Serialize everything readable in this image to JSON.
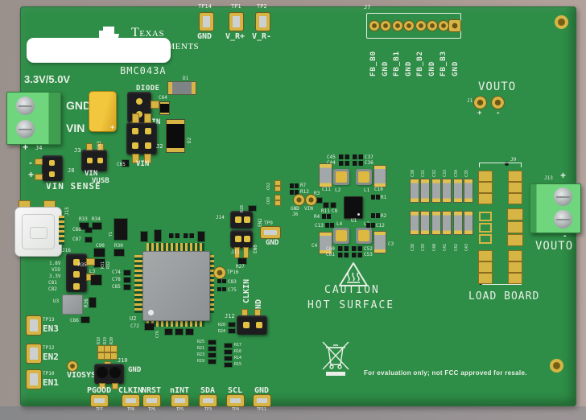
{
  "colors": {
    "board_green": "#2e8d46",
    "silkscreen": "#e9efe7",
    "gold_pad": "#d7b545",
    "connector_green": "#6fd67d",
    "cap_yellow": "#e8b322",
    "background_left": "#9a918d",
    "background_right": "#b8a7a0"
  },
  "brand": {
    "line1": "Texas",
    "line2": "Instruments"
  },
  "board": {
    "model": "BMC043A",
    "rating": "3.3V/5.0V",
    "eval_notice": "For evaluation only; not FCC approved for resale."
  },
  "caution": {
    "line1": "CAUTION",
    "line2": "HOT SURFACE"
  },
  "input_terminal": {
    "ref": "J4",
    "gnd": "GND",
    "vin": "VIN",
    "plus": "+"
  },
  "vin_sense": {
    "label": "VIN SENSE",
    "minus": "-",
    "plus": "+"
  },
  "top_tps": [
    {
      "ref": "TP14",
      "signal": "GND"
    },
    {
      "ref": "TP1",
      "signal": "V_R+"
    },
    {
      "ref": "TP2",
      "signal": "V_R-"
    }
  ],
  "j7": {
    "ref": "J7",
    "pins": [
      "FB_B0",
      "GND",
      "FB_B1",
      "GND",
      "FB_B2",
      "GND",
      "FB_B3",
      "GND"
    ]
  },
  "vout_top": {
    "ref": "J1",
    "label": "VOUTO",
    "plus": "+",
    "minus": "-"
  },
  "vout_right": {
    "ref": "J13",
    "label": "VOUTO",
    "plus": "+",
    "minus": "-"
  },
  "left_tps": [
    {
      "ref": "TP13",
      "signal": "EN3"
    },
    {
      "ref": "TP12",
      "signal": "EN2"
    },
    {
      "ref": "TP10",
      "signal": "EN1"
    }
  ],
  "bottom_tps": [
    {
      "signal": "PGOOD",
      "ref": "TP7"
    },
    {
      "signal": "CLKIN",
      "ref": "TP8"
    },
    {
      "signal": "NRST",
      "ref": "TP6"
    },
    {
      "signal": "nINT",
      "ref": "TP5"
    },
    {
      "signal": "SDA",
      "ref": "TP3"
    },
    {
      "signal": "SCL",
      "ref": "TP4"
    },
    {
      "signal": "GND",
      "ref": "TP11"
    }
  ],
  "load_board": {
    "ref": "J9",
    "label": "LOAD BOARD"
  },
  "cap_bank": {
    "top": [
      "C30",
      "C31",
      "C32",
      "C33",
      "C34",
      "C35"
    ],
    "bottom": [
      "C38",
      "C39",
      "C40",
      "C41",
      "C42",
      "C43"
    ]
  },
  "viosys": {
    "pad": "VIOSYS",
    "jumper": "J10",
    "gnd": "GND"
  },
  "refs": {
    "diode": "DIODE",
    "d1": "D1",
    "c64": "C64",
    "c63": "C63",
    "plusc63": "+",
    "d2": "D2",
    "j2": "J2",
    "vinj2": "VIN",
    "c65": "C65",
    "j3": "J3",
    "j8": "J8",
    "vinj3": "VIN",
    "vusb": "VUSB",
    "j15": "J15",
    "r33": "R33",
    "r34": "R34",
    "c88": "C88",
    "c87": "C87",
    "c90": "C90",
    "y1": "Y1",
    "r30": "R30",
    "r31": "R31",
    "r32": "R32",
    "j16": "J16",
    "v18": "1.8V",
    "vio": "VIO",
    "v33": "3.3V",
    "c81": "C81",
    "c82": "C82",
    "r35": "R35",
    "l3s": "L3",
    "c74": "C74",
    "c78": "C78",
    "c85": "C85",
    "u3": "U3",
    "r36": "R36",
    "c86": "C86",
    "u2": "U2",
    "c72": "C72",
    "c76": "C76",
    "en2b20": "EN2B20",
    "j14": "J14",
    "j11": "J11",
    "r28": "R28",
    "en2": "EN2",
    "tp9": "TP9",
    "gndtp9": "GND",
    "en0": "EN0",
    "r27": "R27",
    "tp16": "TP16",
    "c83": "C83",
    "c75": "C75",
    "clkinv": "CLKIN",
    "gndv": "GND",
    "j12": "J12",
    "r20": "R20",
    "r24": "R24",
    "r25": "R25",
    "r21": "R21",
    "r23": "R23",
    "r19": "R19",
    "r17": "R17",
    "r16": "R16",
    "r14": "R14",
    "r15": "R15",
    "c62": "C62",
    "c69": "C69",
    "gndj6": "GND",
    "vinj6": "VIN",
    "j6": "J6",
    "r7": "R7",
    "r12": "R12",
    "r3": "R3",
    "r11": "R11",
    "c8": "C8",
    "r4": "R4",
    "c45": "C45",
    "c44": "C44",
    "c37": "C37",
    "c36": "C36",
    "c11": "C11",
    "c10": "C10",
    "r1": "R1",
    "r2": "R2",
    "c13": "C13",
    "c12": "C12",
    "c4": "C4",
    "c3": "C3",
    "c60": "C60",
    "c61": "C61",
    "c52": "C52",
    "c53": "C53",
    "l1": "L1",
    "l2": "L2",
    "l4": "L4",
    "u1": "U1",
    "r18": "R18",
    "r19v": "R19",
    "r20v": "R20"
  }
}
